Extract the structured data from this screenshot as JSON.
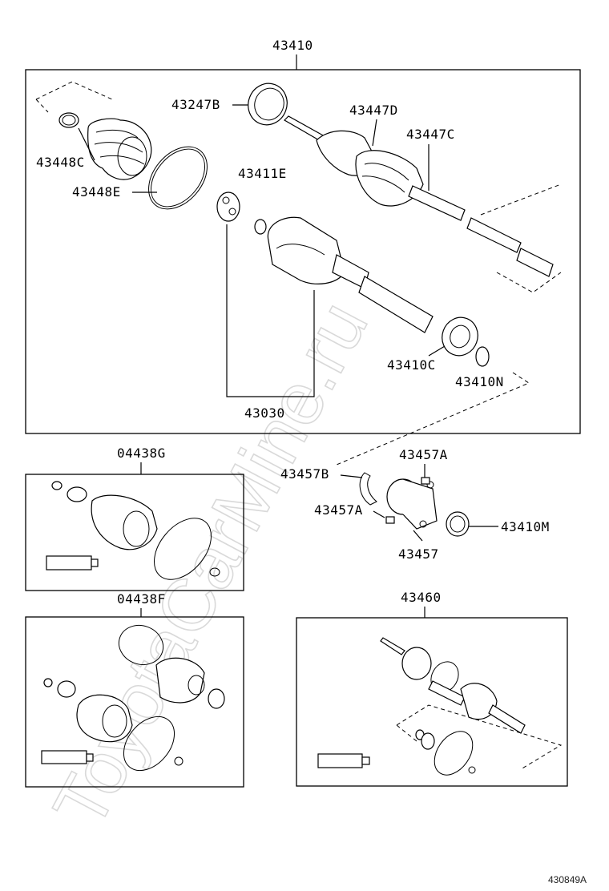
{
  "watermark": "ToyotaCarMine.ru",
  "reference_code": "430849A",
  "assemblies": {
    "main": "43410",
    "boot_kit_outboard": "04438G",
    "boot_kit_inboard": "04438F",
    "rear_shaft": "43460"
  },
  "parts": {
    "p43247B": "43247B",
    "p43447D": "43447D",
    "p43447C": "43447C",
    "p43448C": "43448C",
    "p43448E": "43448E",
    "p43411E": "43411E",
    "p43410C": "43410C",
    "p43410N": "43410N",
    "p43030": "43030",
    "p43457A_top": "43457A",
    "p43457B": "43457B",
    "p43457A_left": "43457A",
    "p43410M": "43410M",
    "p43457": "43457"
  }
}
